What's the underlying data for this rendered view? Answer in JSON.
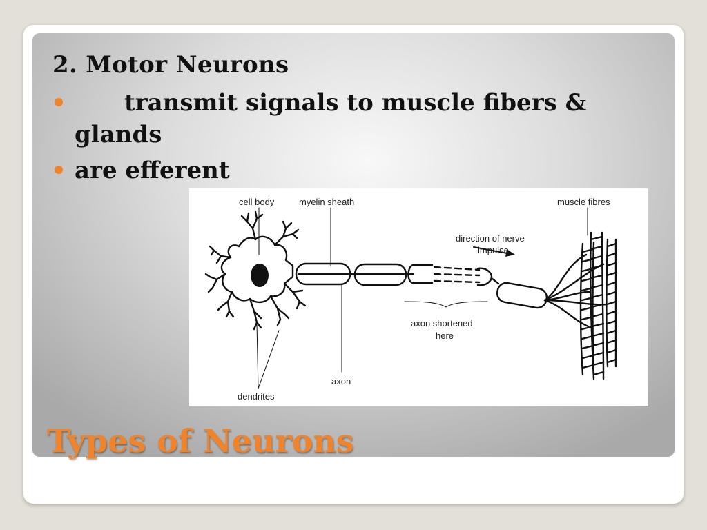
{
  "slide": {
    "heading": "2. Motor Neurons",
    "bullets": [
      {
        "text": "transmit signals to muscle fibers & glands"
      },
      {
        "text": "are efferent"
      }
    ],
    "title": "Types of Neurons",
    "accent_color": "#f0842c"
  },
  "figure": {
    "labels": {
      "cell_body": "cell body",
      "myelin_sheath": "myelin sheath",
      "muscle_fibres": "muscle fibres",
      "direction_line1": "direction of nerve",
      "direction_line2": "impulse",
      "axon_shortened_line1": "axon shortened",
      "axon_shortened_line2": "here",
      "axon": "axon",
      "dendrites": "dendrites"
    }
  }
}
